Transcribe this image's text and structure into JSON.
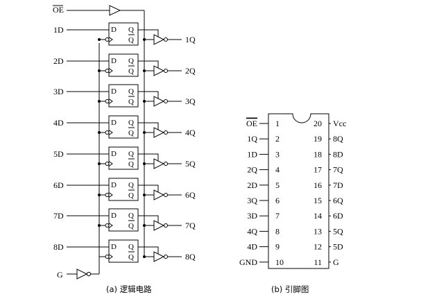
{
  "logic": {
    "oe_label": "OE",
    "g_label": "G",
    "ff_d": "D",
    "ff_q": "Q",
    "ff_qbar": "Q",
    "inputs": [
      "1D",
      "2D",
      "3D",
      "4D",
      "5D",
      "6D",
      "7D",
      "8D"
    ],
    "outputs": [
      "1Q",
      "2Q",
      "3Q",
      "4Q",
      "5Q",
      "6Q",
      "7Q",
      "8Q"
    ],
    "caption": "(a)  逻辑电路"
  },
  "pinout": {
    "caption": "(b)  引脚图",
    "left": [
      {
        "name": "OE",
        "overline": true,
        "num": "1"
      },
      {
        "name": "1Q",
        "num": "2"
      },
      {
        "name": "1D",
        "num": "3"
      },
      {
        "name": "2Q",
        "num": "4"
      },
      {
        "name": "2D",
        "num": "5"
      },
      {
        "name": "3Q",
        "num": "6"
      },
      {
        "name": "3D",
        "num": "7"
      },
      {
        "name": "4Q",
        "num": "8"
      },
      {
        "name": "4D",
        "num": "9"
      },
      {
        "name": "GND",
        "num": "10"
      }
    ],
    "right": [
      {
        "name": "Vcc",
        "num": "20"
      },
      {
        "name": "8Q",
        "num": "19"
      },
      {
        "name": "8D",
        "num": "18"
      },
      {
        "name": "7Q",
        "num": "17"
      },
      {
        "name": "7D",
        "num": "16"
      },
      {
        "name": "6Q",
        "num": "15"
      },
      {
        "name": "6D",
        "num": "14"
      },
      {
        "name": "5Q",
        "num": "13"
      },
      {
        "name": "5D",
        "num": "12"
      },
      {
        "name": "G",
        "num": "11"
      }
    ]
  }
}
